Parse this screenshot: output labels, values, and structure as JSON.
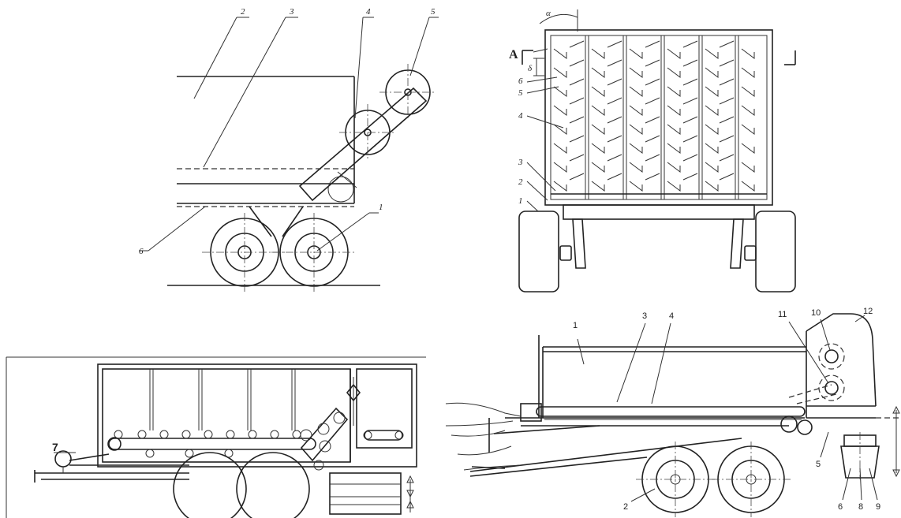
{
  "panel_tl": {
    "labels": [
      "2",
      "3",
      "4",
      "5",
      "6",
      "1"
    ]
  },
  "panel_tr": {
    "labels": [
      "α",
      "A",
      "δ",
      "6",
      "5",
      "4",
      "3",
      "2",
      "1"
    ]
  },
  "panel_bl": {
    "labels": [
      "7"
    ]
  },
  "panel_br": {
    "labels": [
      "1",
      "3",
      "4",
      "11",
      "10",
      "12",
      "2",
      "5",
      "6",
      "8",
      "9"
    ]
  }
}
